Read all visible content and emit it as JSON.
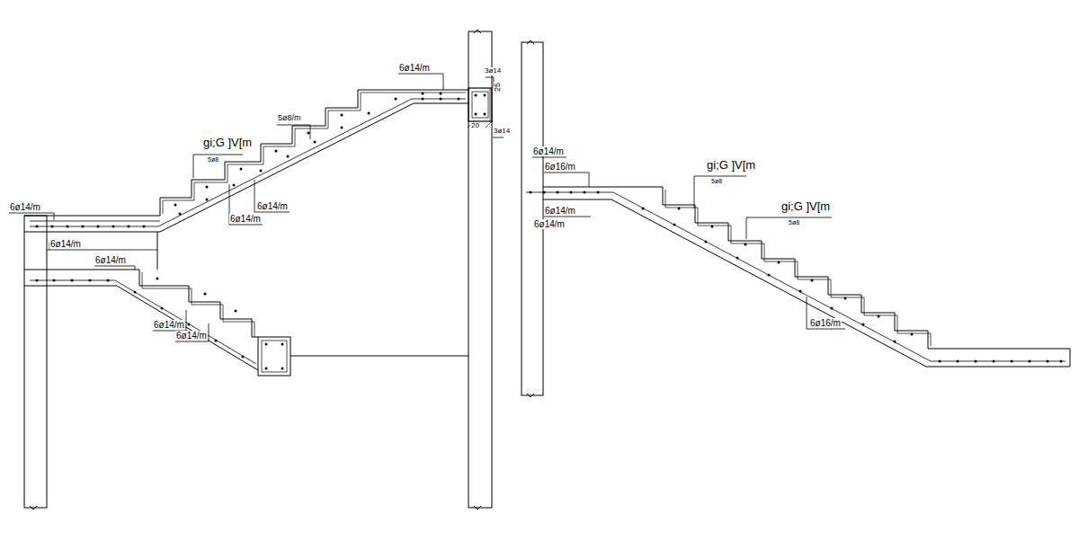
{
  "diagram": {
    "labels": [
      "6ø14/m",
      "3ø14",
      "25",
      "20",
      "3ø14",
      "5ø8/m",
      "gi;G ]V[m",
      "5ø8",
      "6ø14/m",
      "6ø14/m",
      "6ø14/m",
      "6ø14/m",
      "6ø14/m",
      "6ø14/m",
      "6ø14/m",
      "6ø14/m",
      "6ø16/m",
      "gi;G ]V[m",
      "5ø8",
      "gi;G ]V[m",
      "5ø8",
      "6ø14/m",
      "6ø14/m",
      "6ø16/m"
    ]
  }
}
